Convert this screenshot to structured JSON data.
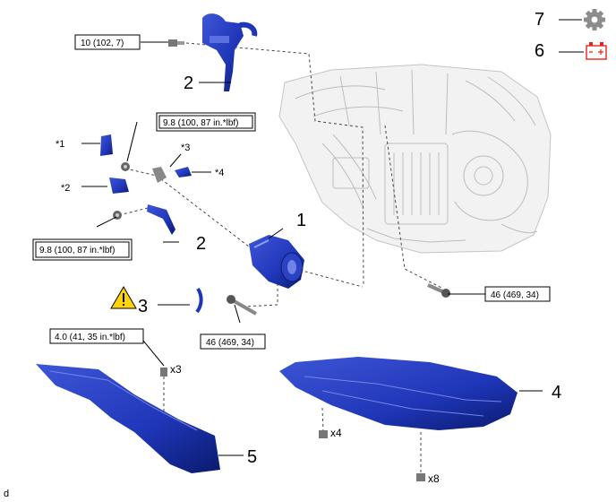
{
  "torque_specs": {
    "t_top": "10 (102, 7)",
    "t_nut_upper": "9.8 (100, 87 in.*lbf)",
    "t_nut_lower": "9.8 (100, 87 in.*lbf)",
    "t_bolt_right": "46 (469, 34)",
    "t_bolt_center": "46 (469, 34)",
    "t_clip": "4.0 (41, 35 in.*lbf)"
  },
  "callouts": {
    "n1": "1",
    "n2_upper": "2",
    "n2_lower": "2",
    "n3": "3",
    "n4": "4",
    "n5": "5",
    "n6": "6",
    "n7": "7"
  },
  "stars": {
    "s1": "*1",
    "s2": "*2",
    "s3": "*3",
    "s4": "*4"
  },
  "quantities": {
    "q_x3": "x3",
    "q_x4": "x4",
    "q_x8": "x8"
  },
  "corner_code": "d",
  "colors": {
    "part_blue": "#1f36b8",
    "part_dark": "#0a1a6e",
    "warning_yellow": "#ffd400",
    "battery_red": "#e8231c",
    "gear_gray": "#8c8c8c"
  },
  "icons": {
    "legend_7": "gear-icon",
    "legend_6": "battery-icon",
    "warning": "warning-triangle-icon"
  }
}
